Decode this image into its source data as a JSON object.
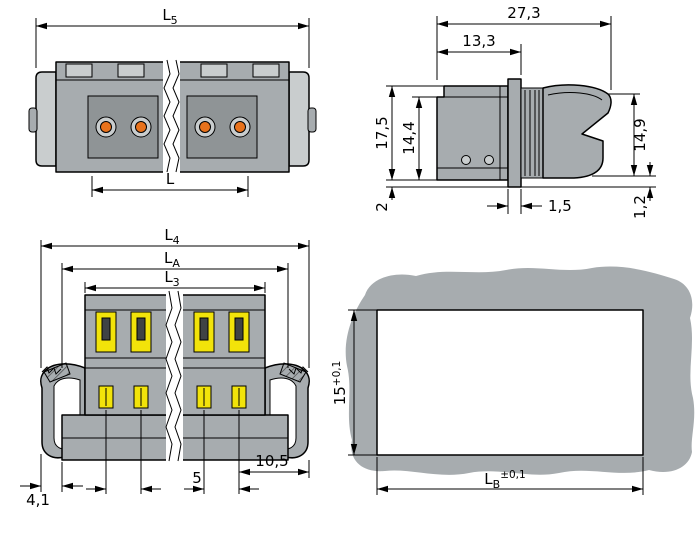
{
  "drawing": {
    "kind": "connector dimensional drawing"
  },
  "colors": {
    "body_gray": "#a7acaf",
    "dark_gray": "#8f9496",
    "light_gray": "#c9cdce",
    "contact_orange": "#e8721c",
    "contact_yellow": "#f2e30a",
    "slot_dark": "#3f4345",
    "white": "#ffffff",
    "line": "#000000"
  },
  "views": {
    "top_view": {
      "dims": {
        "l5_base": "L",
        "l5_sub": "5",
        "l_base": "L"
      }
    },
    "side_view": {
      "dims": {
        "overall_depth": "27,3",
        "front_depth": "13,3",
        "total_height": "17,5",
        "body_height": "14,4",
        "lever_height": "14,9",
        "flange_offset": "2",
        "flange_thickness": "1,5",
        "panel_gap": "1,2"
      }
    },
    "front_view": {
      "dims": {
        "l4_base": "L",
        "l4_sub": "4",
        "la_base": "L",
        "la_sub": "A",
        "l3_base": "L",
        "l3_sub": "3",
        "lever_protrusion": "4,1",
        "pole_pitch": "5",
        "end_offset": "10,5"
      }
    },
    "panel_cutout": {
      "dims": {
        "height_base": "15",
        "height_tol": "+0,1",
        "width_base": "L",
        "width_sub": "B",
        "width_tol": "±0,1"
      }
    }
  }
}
